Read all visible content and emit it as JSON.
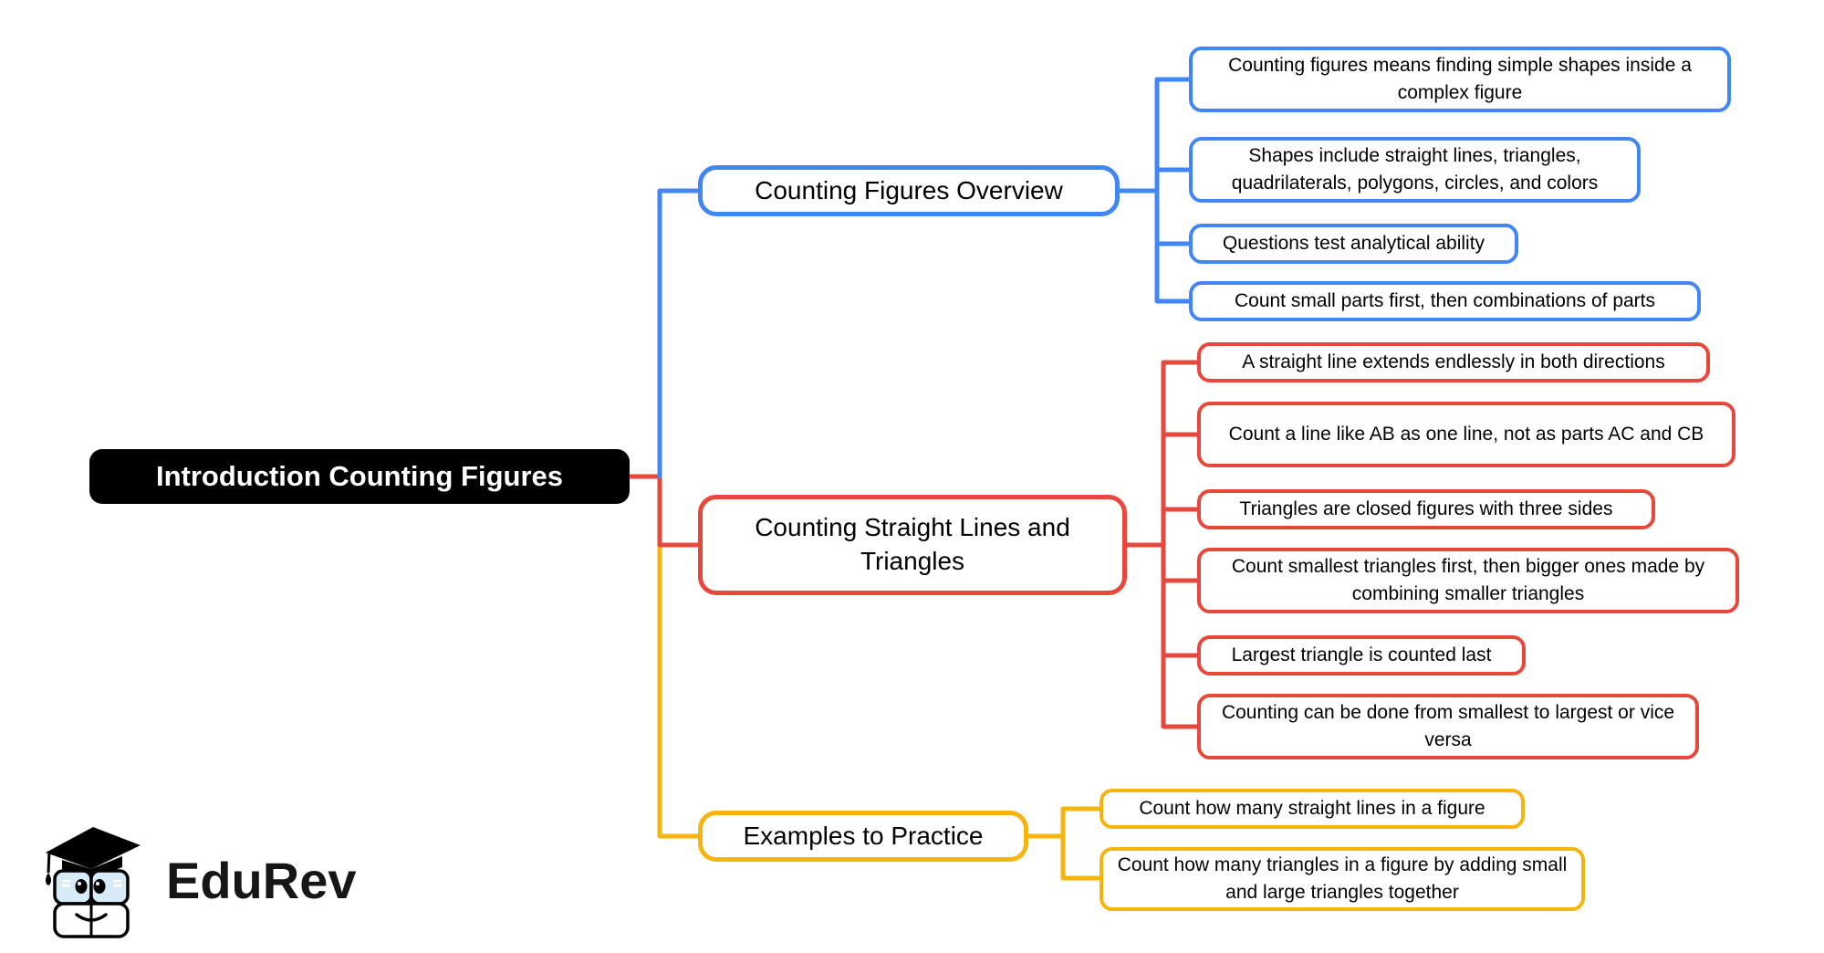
{
  "colors": {
    "root_bg": "#000000",
    "root_text": "#ffffff",
    "branch_blue": "#4285F4",
    "branch_red": "#E8483C",
    "branch_yellow": "#F6B40E",
    "leaf_text": "#000000",
    "background": "#ffffff"
  },
  "mindmap": {
    "root": {
      "label": "Introduction Counting Figures"
    },
    "branches": [
      {
        "label": "Counting Figures Overview",
        "color": "#4285F4",
        "children": [
          "Counting figures means finding simple shapes inside a complex figure",
          "Shapes include straight lines, triangles, quadrilaterals, polygons, circles, and colors",
          "Questions test analytical ability",
          "Count small parts first, then combinations of parts"
        ]
      },
      {
        "label": "Counting Straight Lines and Triangles",
        "color": "#E8483C",
        "children": [
          "A straight line extends endlessly in both directions",
          "Count a line like AB as one line, not as parts AC and CB",
          "Triangles are closed figures with three sides",
          "Count smallest triangles first, then bigger ones made by combining smaller triangles",
          "Largest triangle is counted last",
          "Counting can be done from smallest to largest or vice versa"
        ]
      },
      {
        "label": "Examples to Practice",
        "color": "#F6B40E",
        "children": [
          "Count how many straight lines in a figure",
          "Count how many triangles in a figure by adding small and large triangles together"
        ]
      }
    ]
  },
  "logo": {
    "wordmark": "EduRev"
  }
}
